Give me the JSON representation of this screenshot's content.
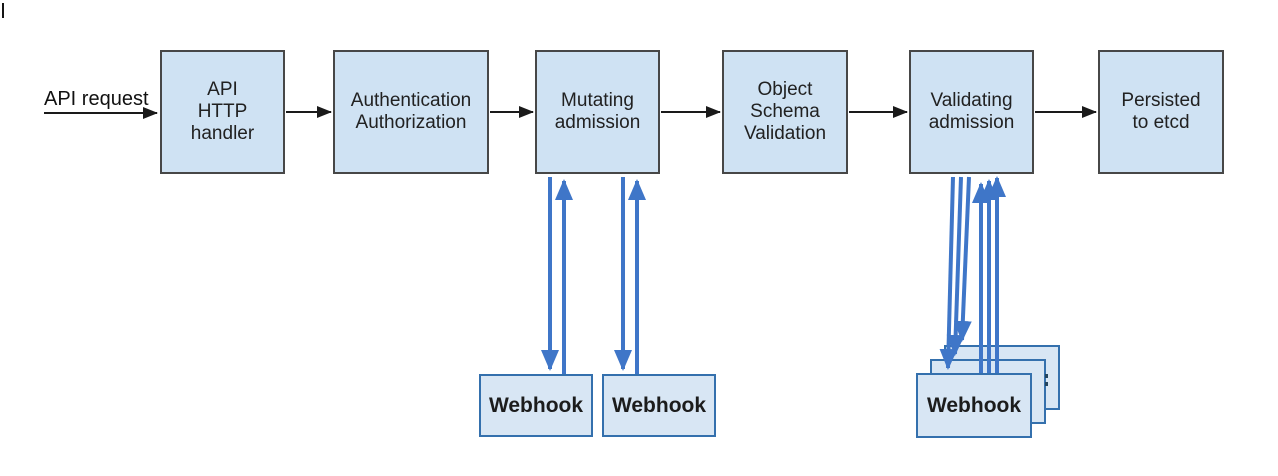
{
  "diagram_type": "flowchart",
  "labels": {
    "api_request": "API request"
  },
  "nodes": [
    {
      "id": "api-http-handler",
      "label": "API\nHTTP\nhandler"
    },
    {
      "id": "authn-authz",
      "label": "Authentication\nAuthorization"
    },
    {
      "id": "mutating-admission",
      "label": "Mutating\nadmission"
    },
    {
      "id": "object-schema-validation",
      "label": "Object\nSchema\nValidation"
    },
    {
      "id": "validating-admission",
      "label": "Validating\nadmission"
    },
    {
      "id": "persisted-to-etcd",
      "label": "Persisted\nto etcd"
    }
  ],
  "webhooks": {
    "mutating": [
      {
        "label": "Webhook"
      },
      {
        "label": "Webhook"
      }
    ],
    "validating": {
      "front_label": "Webhook",
      "stack_count": 3
    }
  },
  "flow": [
    "API request -> API HTTP handler",
    "API HTTP handler -> Authentication Authorization",
    "Authentication Authorization -> Mutating admission",
    "Mutating admission <-> Webhook (x2)",
    "Mutating admission -> Object Schema Validation",
    "Object Schema Validation -> Validating admission",
    "Validating admission <-> Webhook stack (x3)",
    "Validating admission -> Persisted to etcd"
  ],
  "colors": {
    "node_fill": "#cfe2f3",
    "node_border": "#474747",
    "webhook_fill": "#d8e6f4",
    "webhook_border": "#3470ad",
    "flow_arrow": "#1a1a1a",
    "webhook_arrow": "#3f76c8",
    "text": "#212121",
    "background": "#ffffff"
  }
}
